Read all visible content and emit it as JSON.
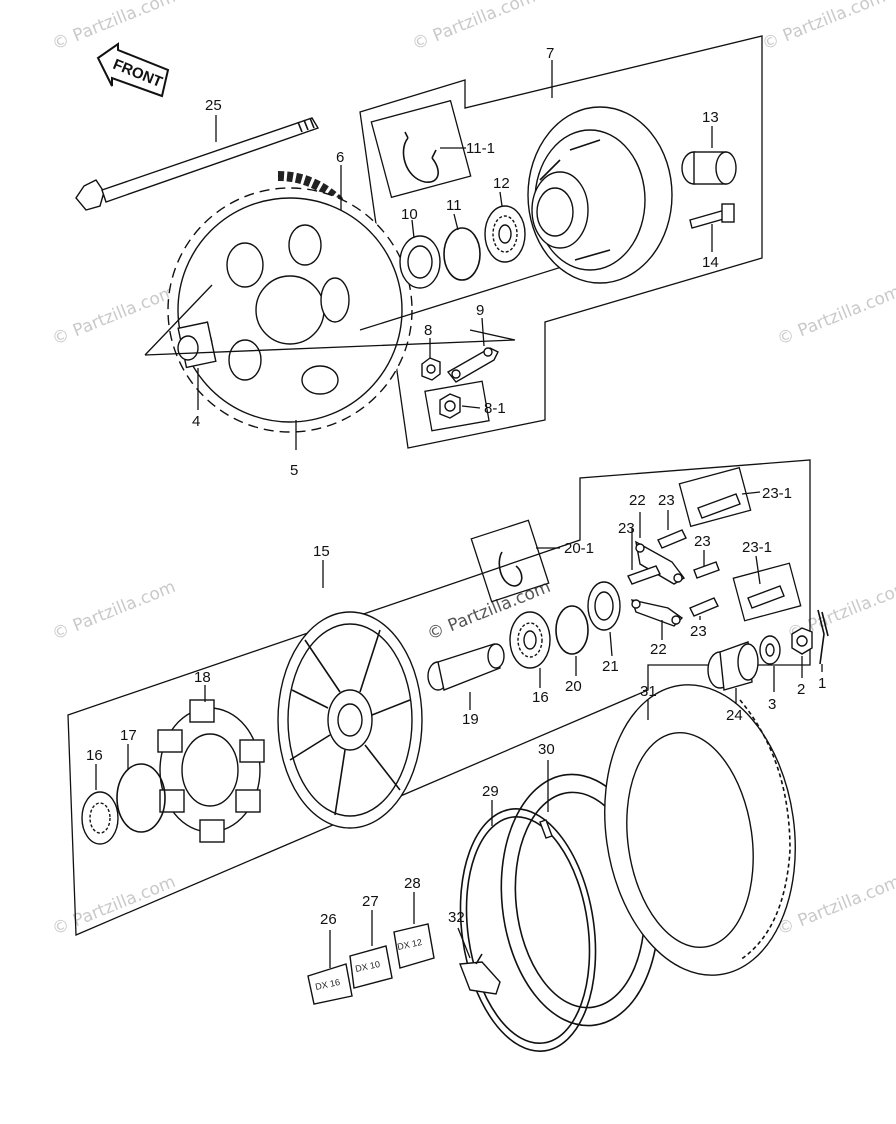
{
  "watermark": "© Partzilla.com",
  "front_label": "FRONT",
  "callouts": {
    "c1": "1",
    "c2": "2",
    "c3": "3",
    "c4": "4",
    "c5": "5",
    "c6": "6",
    "c7": "7",
    "c8": "8",
    "c8_1": "8-1",
    "c9": "9",
    "c10": "10",
    "c11": "11",
    "c11_1": "11-1",
    "c12": "12",
    "c13": "13",
    "c14": "14",
    "c15": "15",
    "c16a": "16",
    "c16b": "16",
    "c17": "17",
    "c18": "18",
    "c19": "19",
    "c20": "20",
    "c20_1": "20-1",
    "c21": "21",
    "c22a": "22",
    "c22b": "22",
    "c23a": "23",
    "c23b": "23",
    "c23c": "23",
    "c23d": "23",
    "c23_1a": "23-1",
    "c23_1b": "23-1",
    "c24": "24",
    "c25": "25",
    "c26": "26",
    "c27": "27",
    "c28": "28",
    "c29": "29",
    "c30": "30",
    "c31": "31",
    "c32": "32"
  },
  "pad_marks": {
    "p26": "DX 16",
    "p27": "DX 10",
    "p28": "DX 12"
  }
}
